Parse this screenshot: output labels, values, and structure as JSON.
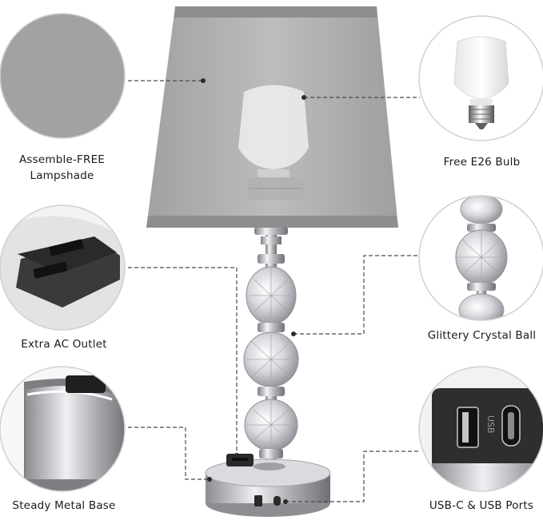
{
  "features": {
    "lampshade": "Assemble-FREE\nLampshade",
    "bulb": "Free E26 Bulb",
    "outlet": "Extra AC Outlet",
    "crystal": "Glittery Crystal Ball",
    "base": "Steady Metal Base",
    "ports": "USB-C & USB Ports"
  },
  "ports_label": "USB",
  "colors": {
    "shade": "#a9aaa9",
    "chrome": "#c8c9cc",
    "leader_line": "#4a4a4a",
    "outlet_black": "#2a2a2a"
  }
}
